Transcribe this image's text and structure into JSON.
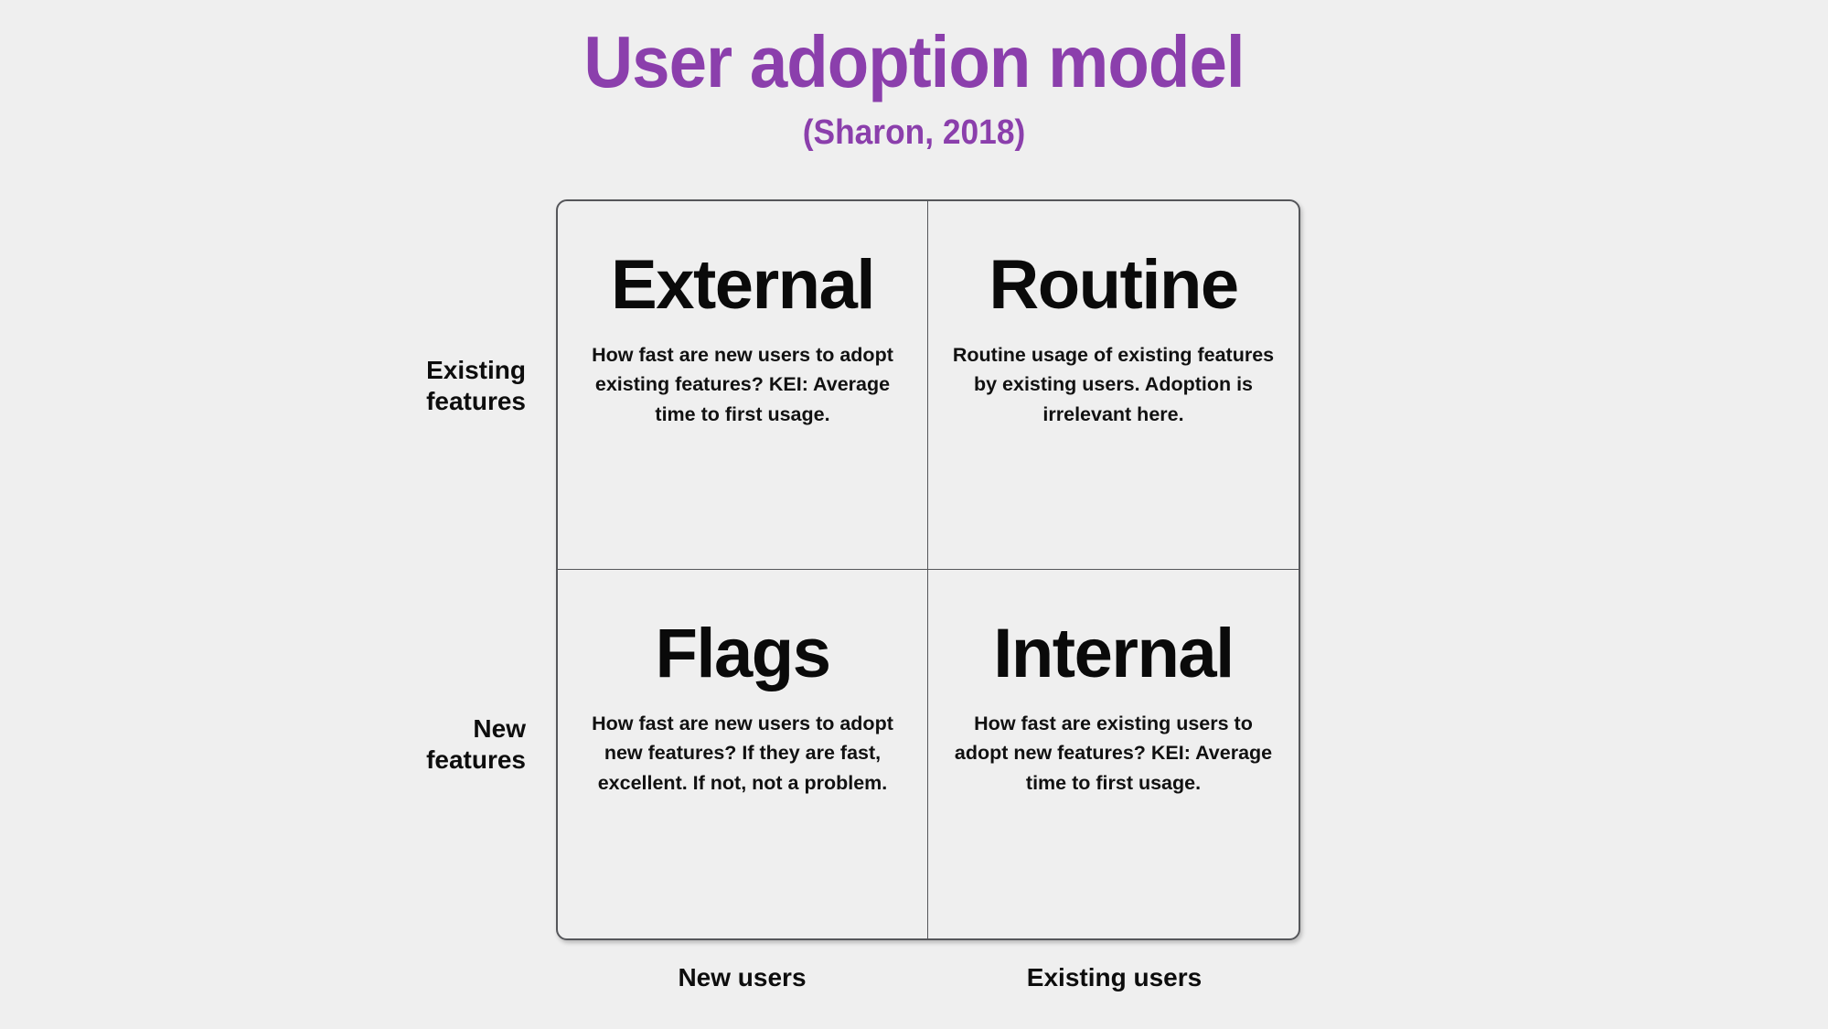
{
  "header": {
    "title": "User adoption model",
    "subtitle": "(Sharon, 2018)",
    "title_color": "#8b3fac"
  },
  "matrix": {
    "background_color": "#efefef",
    "border_color": "#55565a",
    "row_labels": [
      {
        "id": "existing-features",
        "text": "Existing\nfeatures",
        "line1": "Existing",
        "line2": "features"
      },
      {
        "id": "new-features",
        "text": "New\nfeatures",
        "line1": "New",
        "line2": "features"
      }
    ],
    "column_labels": [
      {
        "id": "new-users",
        "text": "New users"
      },
      {
        "id": "existing-users",
        "text": "Existing users"
      }
    ],
    "quadrants": [
      {
        "id": "external",
        "position": "top-left",
        "heading": "External",
        "body": "How fast are new users to adopt existing features? KEI: Average time to first usage."
      },
      {
        "id": "routine",
        "position": "top-right",
        "heading": "Routine",
        "body": "Routine usage of existing features by existing users. Adoption is irrelevant here."
      },
      {
        "id": "flags",
        "position": "bottom-left",
        "heading": "Flags",
        "body": "How fast are new users to adopt new features? If they are fast, excellent. If not, not a problem."
      },
      {
        "id": "internal",
        "position": "bottom-right",
        "heading": "Internal",
        "body": "How fast are existing users to adopt new features? KEI: Average time to first usage."
      }
    ]
  },
  "chart_data": {
    "type": "table",
    "title": "User adoption model",
    "subtitle": "(Sharon, 2018)",
    "xlabel": "",
    "ylabel": "",
    "x_categories": [
      "New users",
      "Existing users"
    ],
    "y_categories": [
      "Existing features",
      "New features"
    ],
    "cells": [
      {
        "row": "Existing features",
        "column": "New users",
        "label": "External",
        "description": "How fast are new users to adopt existing features? KEI: Average time to first usage."
      },
      {
        "row": "Existing features",
        "column": "Existing users",
        "label": "Routine",
        "description": "Routine usage of existing features by existing users. Adoption is irrelevant here."
      },
      {
        "row": "New features",
        "column": "New users",
        "label": "Flags",
        "description": "How fast are new users to adopt new features? If they are fast, excellent. If not, not a problem."
      },
      {
        "row": "New features",
        "column": "Existing users",
        "label": "Internal",
        "description": "How fast are existing users to adopt new features? KEI: Average time to first usage."
      }
    ],
    "grid": true,
    "legend": "none"
  }
}
